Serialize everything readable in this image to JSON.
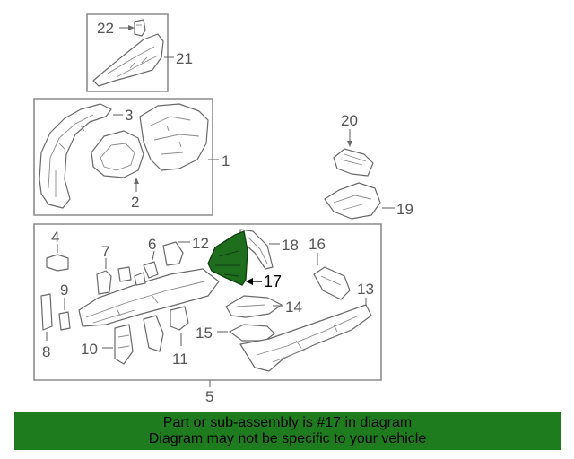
{
  "callouts": {
    "c1": "1",
    "c2": "2",
    "c3": "3",
    "c4": "4",
    "c5": "5",
    "c6": "6",
    "c7": "7",
    "c8": "8",
    "c9": "9",
    "c10": "10",
    "c11": "11",
    "c12": "12",
    "c13": "13",
    "c14": "14",
    "c15": "15",
    "c16": "16",
    "c17": "17",
    "c18": "18",
    "c19": "19",
    "c20": "20",
    "c21": "21",
    "c22": "22"
  },
  "highlight": {
    "part": "17",
    "color": "#1e6e1e"
  },
  "banner": {
    "line1": "Part or sub-assembly is #17 in diagram",
    "line2": "Diagram may not be specific to your vehicle",
    "color": "#1e7b1e"
  }
}
